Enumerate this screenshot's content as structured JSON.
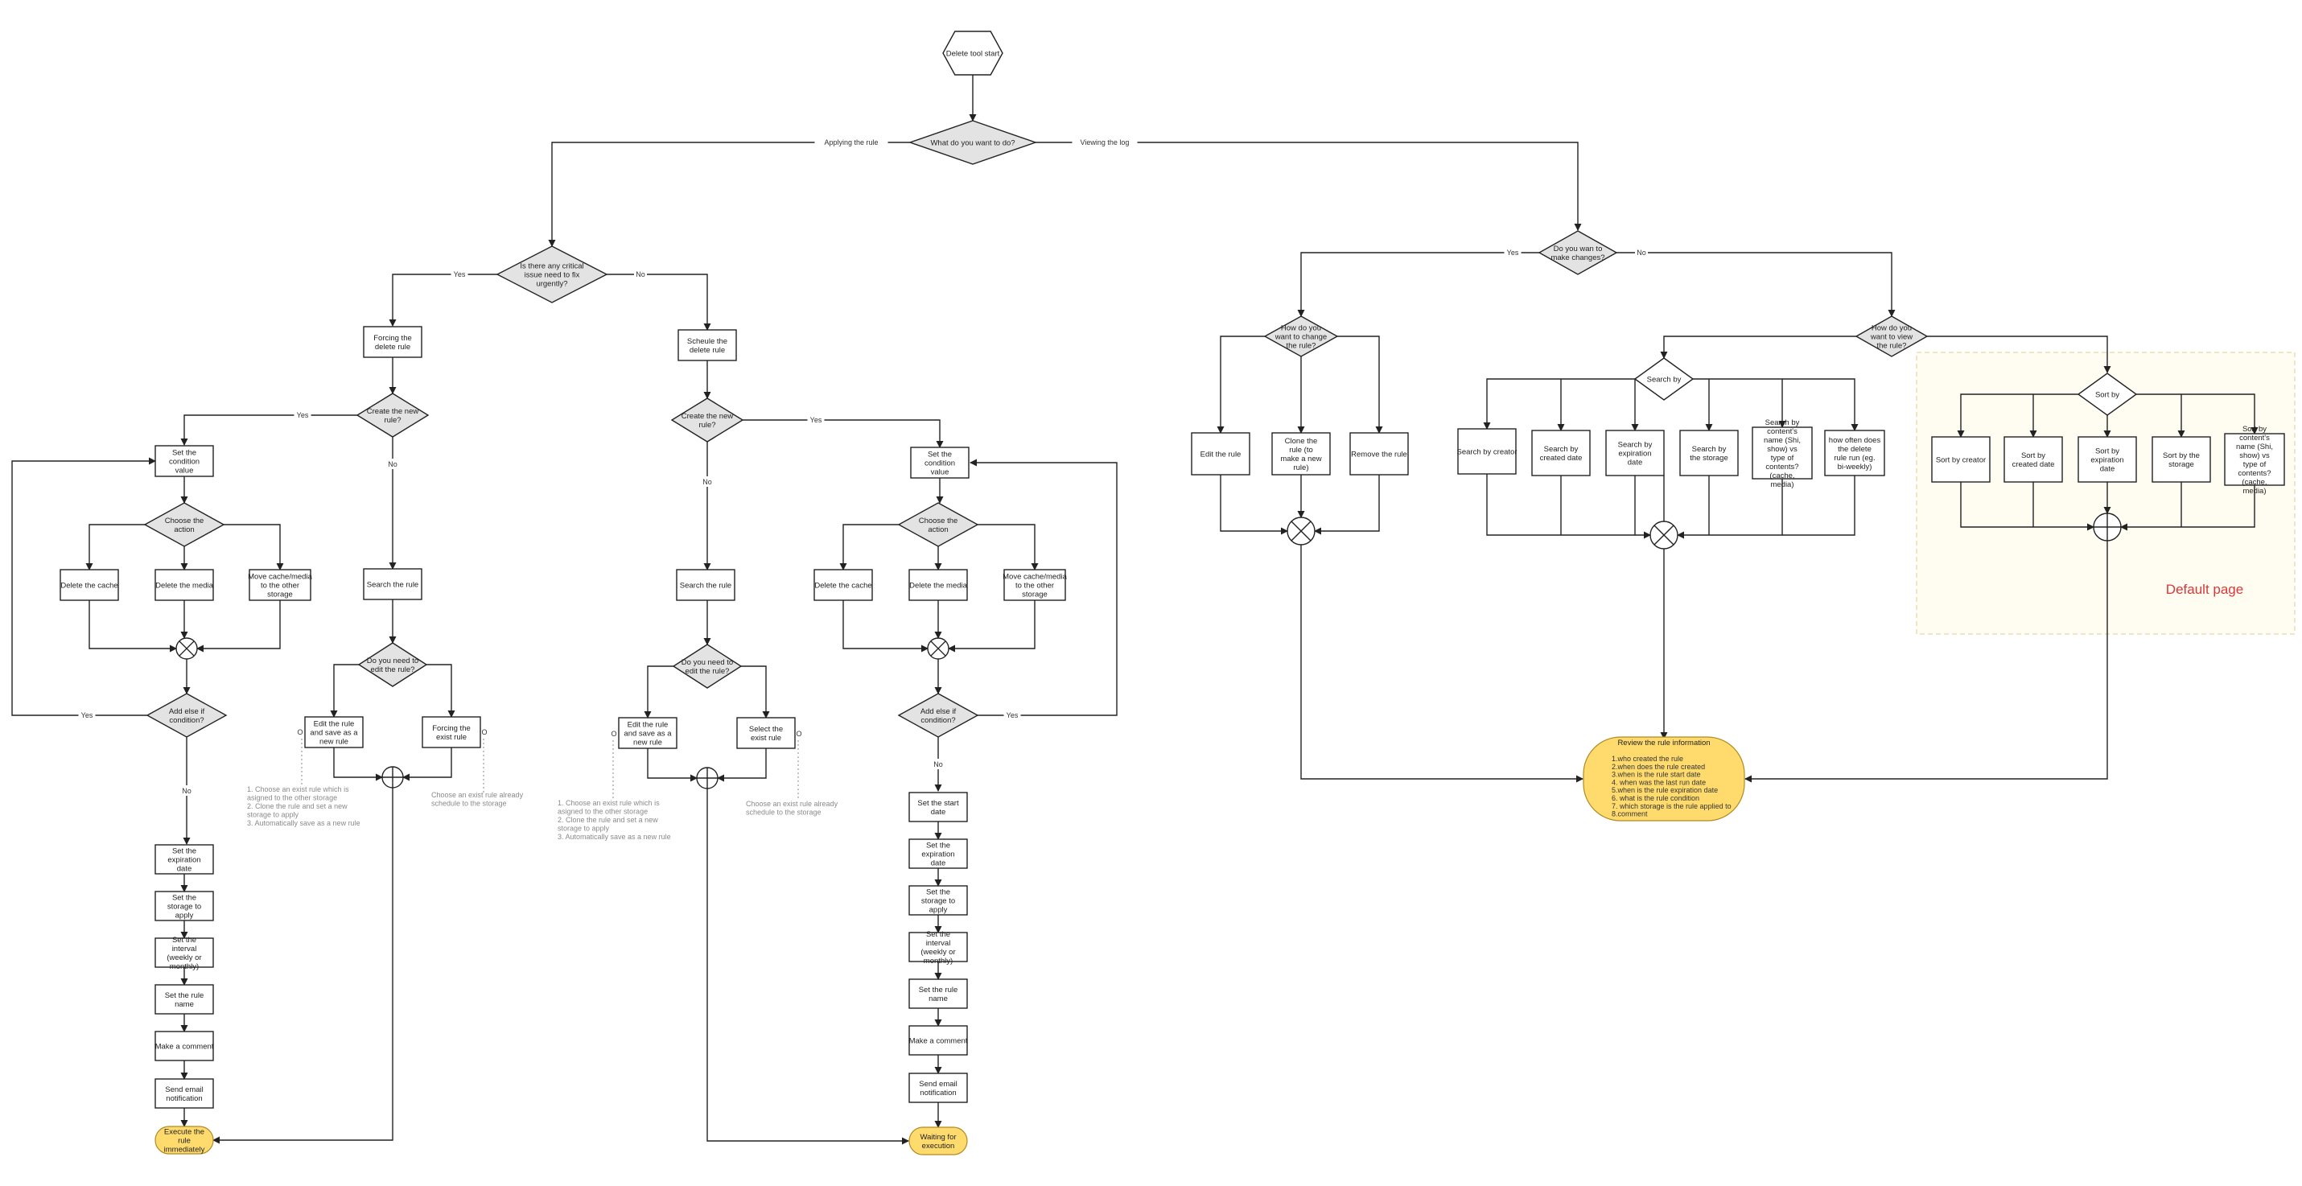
{
  "diagram": {
    "nodes": {
      "start": "Delete tool start",
      "q_what": "What do you want to do?",
      "q_critical": "Is there any critical issue need to fix urgently?",
      "forcing": "Forcing the delete rule",
      "schedule": "Scheule the delete rule",
      "q_create_a": "Create the new rule?",
      "q_create_b": "Create the new rule?",
      "setcond_a": "Set the condition value",
      "choose_a": "Choose the action",
      "delcache_a": "Delete the cache",
      "delmedia_a": "Delete the media",
      "move_a": "Move cache/media to the other storage",
      "addelse_a": "Add else if condition?",
      "setexp_a": "Set the expiration date",
      "setstor_a": "Set the storage to apply",
      "setint_a": "Set the interval (weekly or monthly)",
      "setname_a": "Set the rule name",
      "comment_a": "Make a comment",
      "email_a": "Send email notification",
      "exec_a": "Execute the rule immediately",
      "search_a": "Search the rule",
      "q_edit_a": "Do you need to edit the rule?",
      "editsave_a": "Edit the rule and save as a new rule",
      "forcing_exist": "Forcing the exist rule",
      "search_b": "Search the rule",
      "q_edit_b": "Do you need to edit the rule?",
      "editsave_b": "Edit the rule and save as a new rule",
      "select_exist": "Select the exist rule",
      "setcond_b": "Set the condition value",
      "choose_b": "Choose the action",
      "delcache_b": "Delete the cache",
      "delmedia_b": "Delete the media",
      "move_b": "Move cache/media to the other storage",
      "addelse_b": "Add else if condition?",
      "setstart_b": "Set the start date",
      "setexp_b": "Set the expiration date",
      "setstor_b": "Set the storage to apply",
      "setint_b": "Set the interval (weekly or monthly)",
      "setname_b": "Set the rule name",
      "comment_b": "Make a comment",
      "email_b": "Send email notification",
      "wait_b": "Waiting for execution",
      "q_changes": "Do you wan to make changes?",
      "q_change_rule": "How do you want to change the rule?",
      "edit_rule": "Edit the rule",
      "clone_rule": "Clone the rule (to make a new rule)",
      "remove_rule": "Remove the rule",
      "q_view": "How do you want to view the rule?",
      "search_by": "Search by",
      "sb_creator": "Search by creator",
      "sb_created": "Search by created date",
      "sb_exp": "Search by expiration date",
      "sb_storage": "Search by the storage",
      "sb_content": "Search by content's name (Shi, show) vs type of contents? (cache, media)",
      "sb_often": "how often does the delete rule run (eg. bi-weekly)",
      "sort_by": "Sort by",
      "so_creator": "Sort by creator",
      "so_created": "Sort by created date",
      "so_exp": "Sort by expiration date",
      "so_storage": "Sort by the storage",
      "so_content": "Sort by content's name (Shi, show) vs type of contents? (cache, media)",
      "review_title": "Review the rule information",
      "review_items": [
        "1.who created the rule",
        "2.when does the rule created",
        "3.when is the rule start date",
        "4. when was the last run date",
        "5.when is the rule expiration date",
        "6. what is the rule condition",
        "7. which storage is the rule applied to",
        "8.comment"
      ]
    },
    "edge_labels": {
      "applying": "Applying the rule",
      "viewing": "Viewing the log",
      "yes": "Yes",
      "no": "No",
      "o": "O"
    },
    "notes": {
      "note_edit_a": [
        "1. Choose an exist rule which is",
        "asigned to the other storage",
        "2. Clone the rule and set a new",
        "storage to apply",
        "3. Automatically save as a new rule"
      ],
      "note_force_a": [
        "Choose an exist rule already",
        "schedule to the storage"
      ],
      "note_edit_b": [
        "1. Choose an exist rule which is",
        "asigned to the other storage",
        "2. Clone the rule and set a new",
        "storage to apply",
        "3. Automatically save as a new rule"
      ],
      "note_select_b": [
        "Choose an exist rule already",
        "schedule to the storage"
      ]
    },
    "default_page_label": "Default page"
  },
  "colors": {
    "decision_fill": "#e3e3e3",
    "terminal_fill": "#ffdb6e",
    "default_region_fill": "#fffcf2",
    "default_label": "#d9383a",
    "line": "#222222"
  }
}
